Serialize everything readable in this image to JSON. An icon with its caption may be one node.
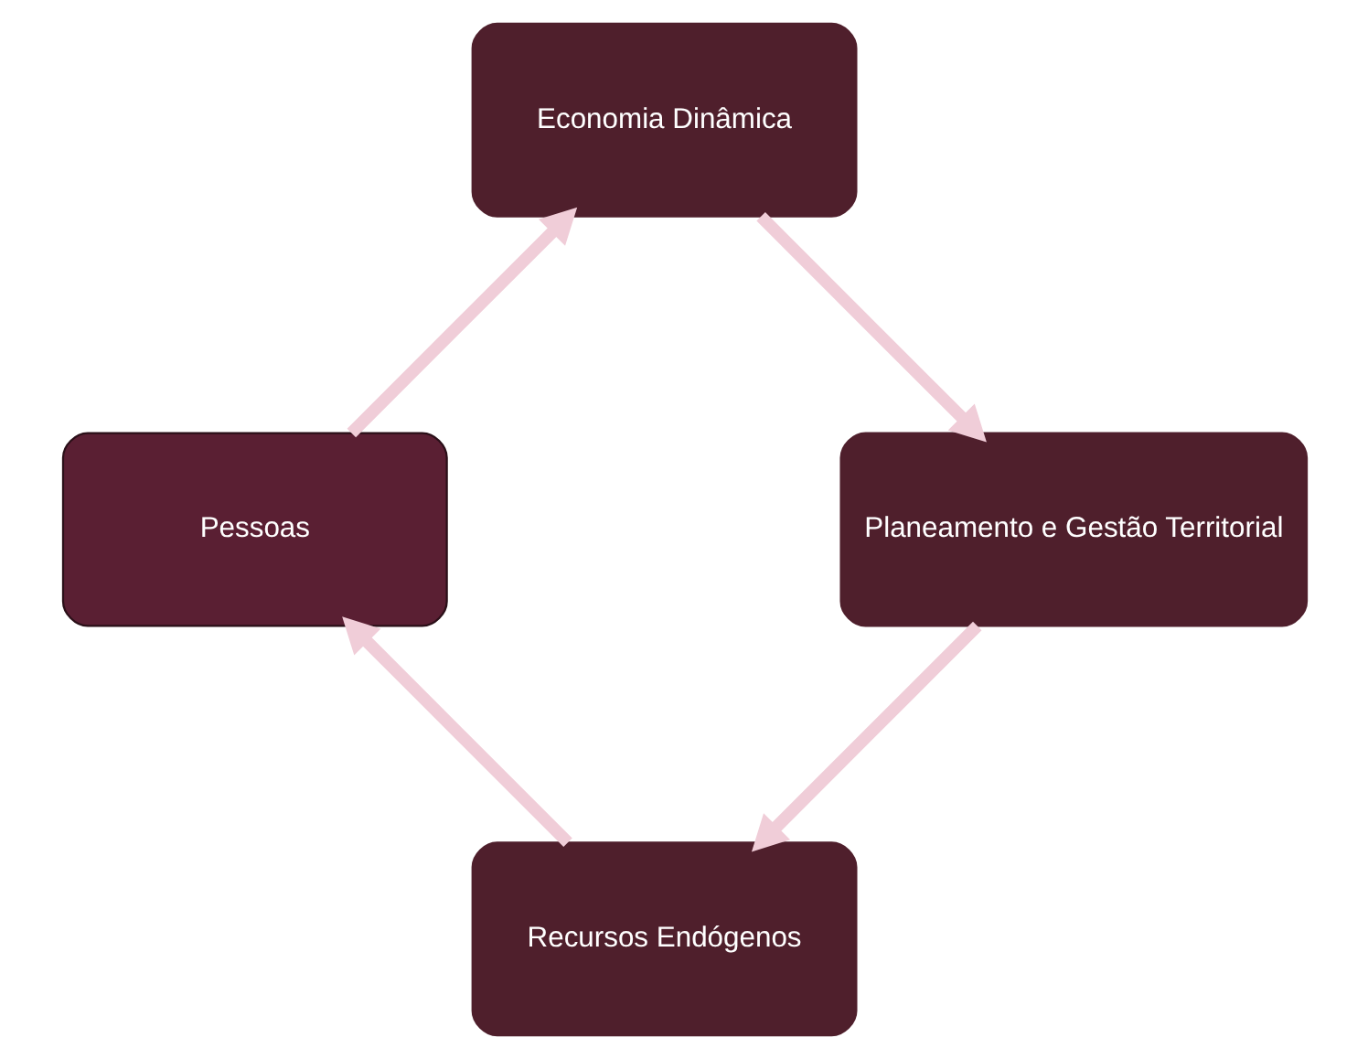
{
  "diagram": {
    "nodes": [
      {
        "text": [
          "Recursos Endógenos"
        ]
      },
      {
        "text": [
          "Planeamento e Gestão Territorial"
        ]
      },
      {
        "text": [
          "Pessoas"
        ]
      },
      {
        "text": [
          "Economia Dinâmica"
        ]
      }
    ],
    "edges": [
      {
        "from": 0,
        "to": 2,
        "arrow": "to"
      },
      {
        "from": 2,
        "to": 3,
        "arrow": "to"
      },
      {
        "from": 3,
        "to": 1,
        "arrow": "to"
      },
      {
        "from": 1,
        "to": 0,
        "arrow": "to"
      }
    ]
  }
}
